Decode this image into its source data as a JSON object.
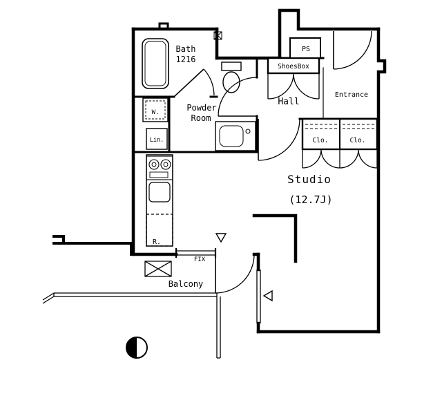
{
  "page": {
    "type": "apartment-floor-plan",
    "background": "#ffffff",
    "line_color": "#000000"
  },
  "rooms": {
    "bath": {
      "name": "Bath",
      "size_label": "1216"
    },
    "powder_room": {
      "line1": "Powder",
      "line2": "Room"
    },
    "hall": {
      "name": "Hall"
    },
    "pipe_space": {
      "name": "PS"
    },
    "shoes_box": {
      "name": "ShoesBox"
    },
    "entrance": {
      "name": "Entrance"
    },
    "closet_left": {
      "name": "Clo."
    },
    "closet_right": {
      "name": "Clo."
    },
    "studio": {
      "name": "Studio",
      "size_label": "(12.7J)"
    },
    "balcony": {
      "name": "Balcony"
    }
  },
  "fixtures": {
    "fix_window_label": "FIX",
    "washing_machine_label": "W.",
    "linen_storage_label": "Lin.",
    "refrigerator_label": "R."
  },
  "markers": {
    "balcony_door_marker": "▽",
    "side_window_marker": "◁",
    "compass": "north-indicator"
  }
}
